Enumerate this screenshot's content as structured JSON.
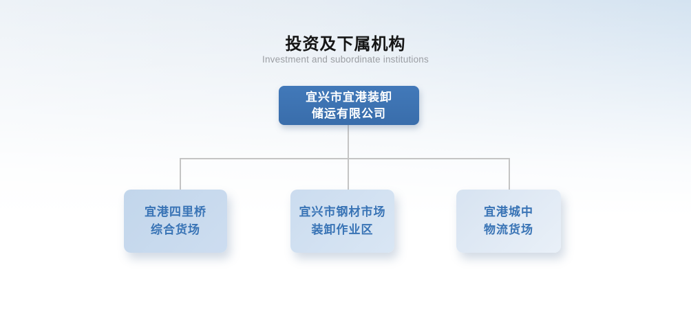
{
  "page": {
    "title": "投资及下属机构",
    "subtitle": "Investment and subordinate institutions"
  },
  "org_chart": {
    "root": {
      "line1": "宜兴市宜港装卸",
      "line2": "储运有限公司"
    },
    "children": [
      {
        "line1": "宜港四里桥",
        "line2": "综合货场"
      },
      {
        "line1": "宜兴市钢材市场",
        "line2": "装卸作业区"
      },
      {
        "line1": "宜港城中",
        "line2": "物流货场"
      }
    ]
  },
  "colors": {
    "root_box": "#3b72b3",
    "root_text": "#ffffff",
    "child_box_1": "#c6d9ec",
    "child_box_2": "#d1e0f1",
    "child_box_3": "#dfe9f4",
    "child_text": "#3873b5",
    "connector": "#c4c4c4",
    "title_text": "#151515",
    "subtitle_text": "#9b9ea3"
  }
}
